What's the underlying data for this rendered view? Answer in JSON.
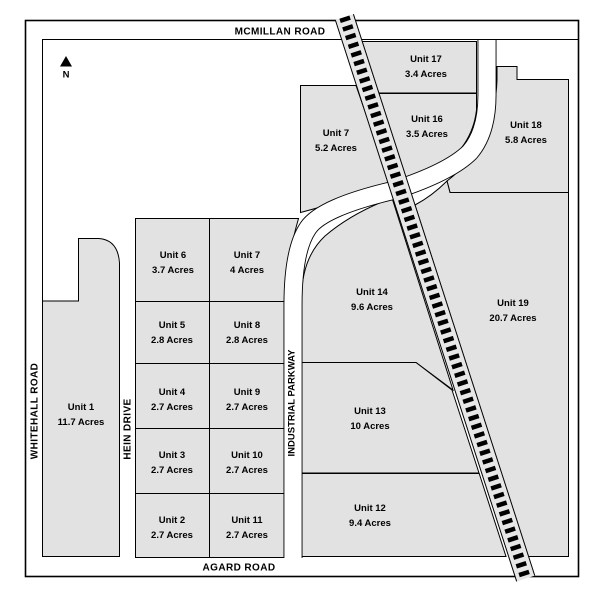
{
  "map": {
    "compass": {
      "north_label": "N"
    },
    "roads": {
      "mcmillan": "MCMILLAN ROAD",
      "whitehall": "WHITEHALL ROAD",
      "hein": "HEIN DRIVE",
      "industrial": "INDUSTRIAL PARKWAY",
      "agard": "AGARD ROAD"
    },
    "units": [
      {
        "name": "Unit 1",
        "acres": "11.7 Acres"
      },
      {
        "name": "Unit 2",
        "acres": "2.7 Acres"
      },
      {
        "name": "Unit 3",
        "acres": "2.7 Acres"
      },
      {
        "name": "Unit 4",
        "acres": "2.7 Acres"
      },
      {
        "name": "Unit 5",
        "acres": "2.8 Acres"
      },
      {
        "name": "Unit 6",
        "acres": "3.7 Acres"
      },
      {
        "name": "Unit 7",
        "acres": "4 Acres"
      },
      {
        "name": "Unit 7",
        "acres": "5.2 Acres"
      },
      {
        "name": "Unit 8",
        "acres": "2.8 Acres"
      },
      {
        "name": "Unit 9",
        "acres": "2.7 Acres"
      },
      {
        "name": "Unit 10",
        "acres": "2.7 Acres"
      },
      {
        "name": "Unit 11",
        "acres": "2.7 Acres"
      },
      {
        "name": "Unit 12",
        "acres": "9.4 Acres"
      },
      {
        "name": "Unit 13",
        "acres": "10 Acres"
      },
      {
        "name": "Unit 14",
        "acres": "9.6 Acres"
      },
      {
        "name": "Unit 16",
        "acres": "3.5 Acres"
      },
      {
        "name": "Unit 17",
        "acres": "3.4 Acres"
      },
      {
        "name": "Unit 18",
        "acres": "5.8 Acres"
      },
      {
        "name": "Unit 19",
        "acres": "20.7 Acres"
      }
    ],
    "colors": {
      "parcel_fill": "#e2e2e2",
      "rail_fill": "#e7e7e7",
      "line": "#000000",
      "road_fill": "#ffffff"
    }
  }
}
